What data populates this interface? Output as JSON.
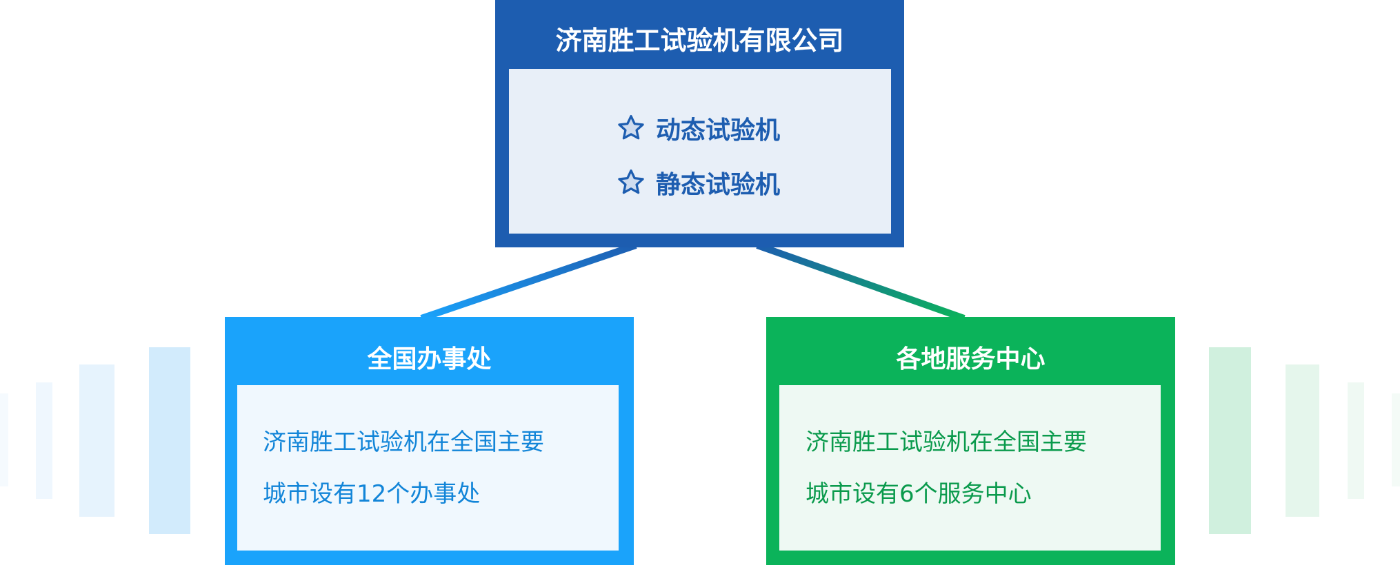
{
  "company": {
    "title": "济南胜工试验机有限公司",
    "items": [
      {
        "icon": "star-icon",
        "label": "动态试验机"
      },
      {
        "icon": "star-icon",
        "label": "静态试验机"
      }
    ]
  },
  "offices": {
    "title": "全国办事处",
    "lines": [
      "济南胜工试验机在全国主要",
      "城市设有12个办事处"
    ]
  },
  "service": {
    "title": "各地服务中心",
    "lines": [
      "济南胜工试验机在全国主要",
      "城市设有6个服务中心"
    ]
  },
  "colors": {
    "company": "#1d5db0",
    "offices": "#1aa3fb",
    "service": "#0bb35a"
  }
}
